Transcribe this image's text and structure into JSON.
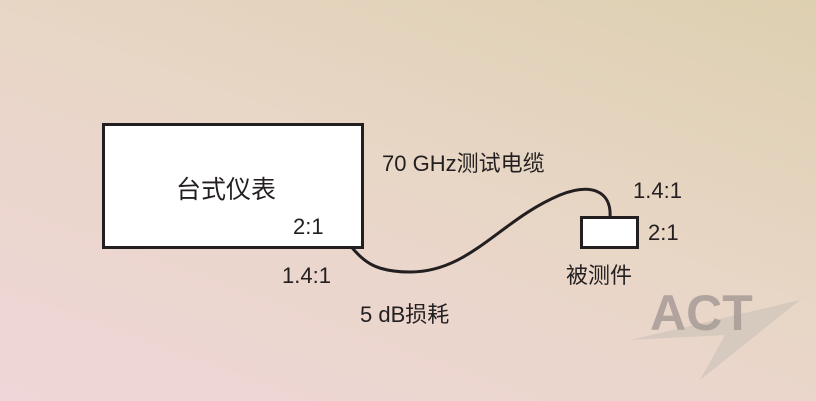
{
  "instrument": {
    "label": "台式仪表",
    "port_vswr": "2:1"
  },
  "cable": {
    "label": "70 GHz测试电缆",
    "loss": "5 dB损耗",
    "vswr_near": "1.4:1",
    "vswr_far": "1.4:1"
  },
  "dut": {
    "label": "被测件",
    "vswr": "2:1"
  },
  "watermark": {
    "text": "ACT"
  }
}
